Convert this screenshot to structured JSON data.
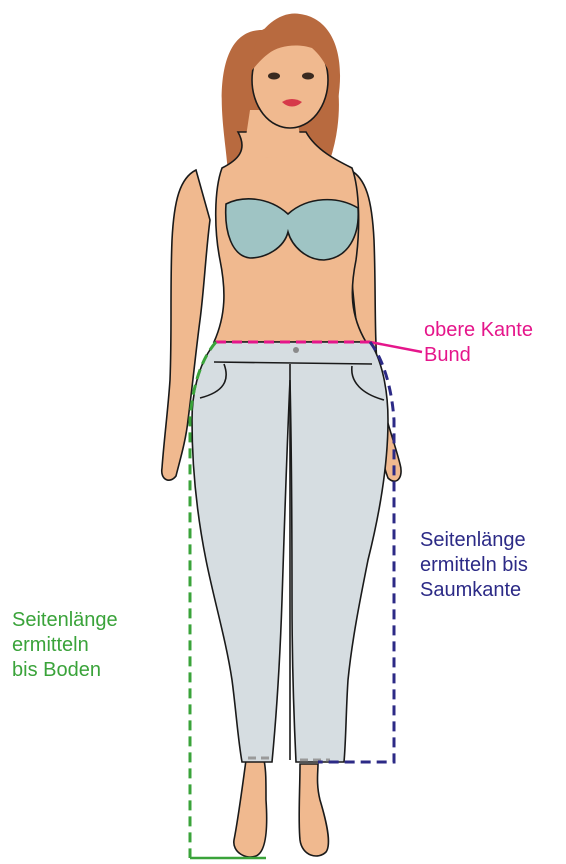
{
  "colors": {
    "background": "#ffffff",
    "skin": "#f0b98f",
    "skin_shadow": "#d99a72",
    "hair": "#b86a3f",
    "hair_dark": "#8a4a28",
    "bra": "#9fc4c4",
    "jeans": "#d6dde1",
    "outline": "#1a1a1a",
    "waist_marker": "#e5168b",
    "hem_marker": "#2c2a86",
    "floor_marker": "#3aa33a",
    "hem_dash": "#9a9a9a"
  },
  "labels": {
    "waistband": {
      "line1": "obere Kante",
      "line2": "Bund"
    },
    "side_length_hem": {
      "line1": "Seitenlänge",
      "line2": "ermitteln bis",
      "line3": "Saumkante"
    },
    "side_length_floor": {
      "line1": "Seitenlänge",
      "line2": "ermitteln",
      "line3": "bis Boden"
    }
  },
  "icons": {
    "figure": "woman-in-jeans-illustration"
  }
}
